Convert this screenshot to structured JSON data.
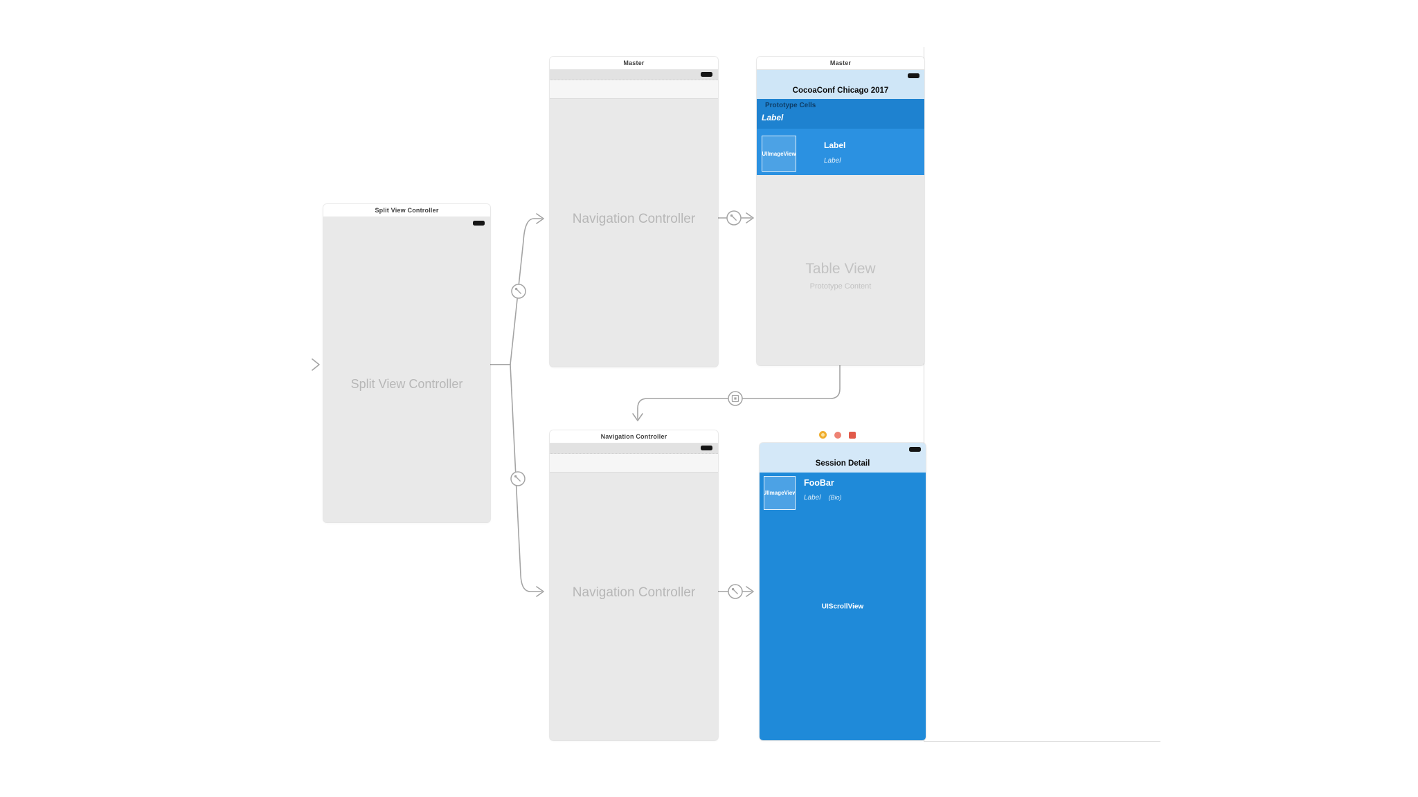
{
  "canvas": {
    "background_color": "#ffffff",
    "connector_color": "#a4a4a4"
  },
  "colors": {
    "scene_body_gray": "#e9e9e9",
    "table_nav_light_blue": "#cfe6f7",
    "table_section_blue": "#1e82d0",
    "table_cell_blue": "#2b91e1",
    "session_nav_light_blue": "#d4e8f8",
    "session_body_blue": "#1f8ad9",
    "placeholder_text_gray": "#b7b7b7",
    "dock_view_controller_yellow": "#f0ad2d",
    "dock_first_responder_orange": "#ee8273",
    "dock_exit_red": "#e15a4a"
  },
  "scenes": {
    "split_view": {
      "title": "Split View Controller",
      "placeholder": "Split View Controller"
    },
    "master_nav": {
      "title": "Master",
      "placeholder": "Navigation Controller"
    },
    "master_table": {
      "title": "Master",
      "nav_bar_title": "CocoaConf Chicago 2017",
      "section_header": "Prototype Cells",
      "basic_cell_label": "Label",
      "custom_cell": {
        "image_view_label": "UIImageView",
        "title_label": "Label",
        "subtitle_label": "Label"
      },
      "table_view_placeholder": "Table View",
      "table_view_subtitle": "Prototype Content"
    },
    "detail_nav": {
      "title": "Navigation Controller",
      "placeholder": "Navigation Controller"
    },
    "session_detail": {
      "nav_bar_title": "Session Detail",
      "header_cell": {
        "image_view_label": "UIImageView",
        "title_label": "FooBar",
        "name_label": "Label",
        "bio_label": "(Bio)"
      },
      "scroll_view_label": "UIScrollView"
    }
  }
}
